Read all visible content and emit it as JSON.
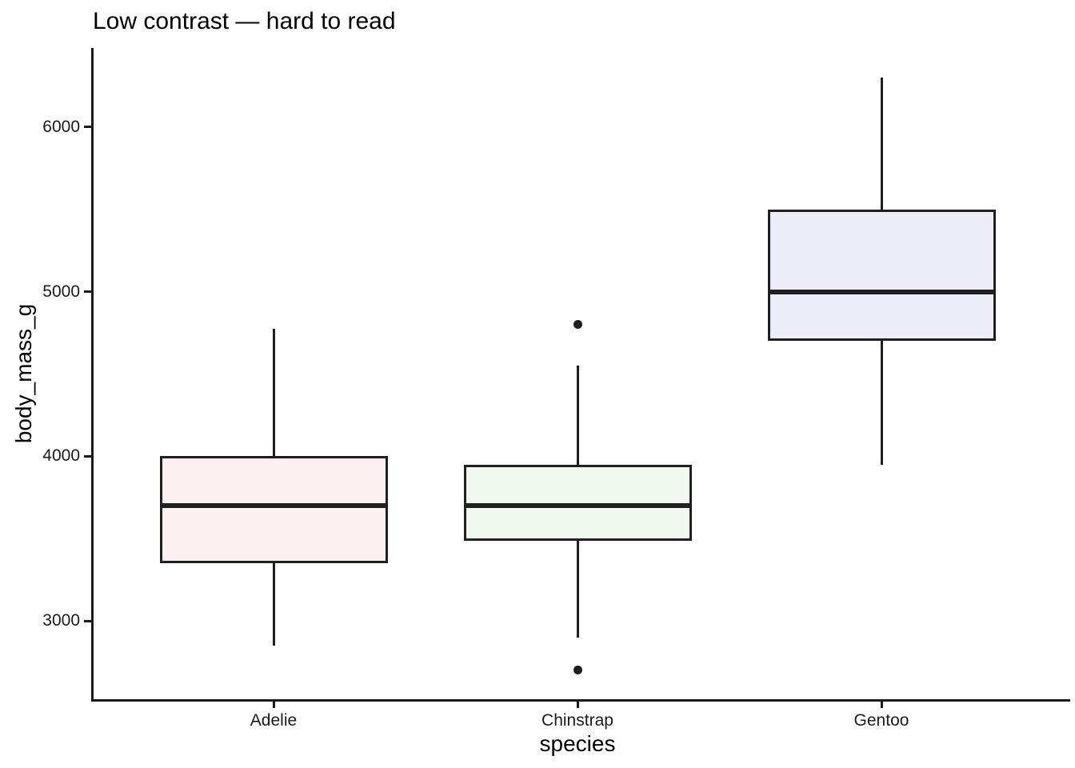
{
  "title": "Low contrast — hard to read",
  "chart_data": {
    "type": "boxplot",
    "title": "Low contrast — hard to read",
    "xlabel": "species",
    "ylabel": "body_mass_g",
    "categories": [
      "Adelie",
      "Chinstrap",
      "Gentoo"
    ],
    "ylim": [
      2520,
      6480
    ],
    "yticks": [
      3000,
      4000,
      5000,
      6000
    ],
    "grid": false,
    "legend": "none",
    "line_color": "#1f1f1f",
    "background_color": "#ffffff",
    "series": [
      {
        "name": "Adelie",
        "whisker_low": 2850,
        "q1": 3350,
        "median": 3700,
        "q3": 4000,
        "whisker_high": 4775,
        "outliers": [],
        "fill": "#fcf0f1"
      },
      {
        "name": "Chinstrap",
        "whisker_low": 2900,
        "q1": 3487,
        "median": 3700,
        "q3": 3950,
        "whisker_high": 4550,
        "outliers": [
          4800,
          2700
        ],
        "fill": "#f0f8ef"
      },
      {
        "name": "Gentoo",
        "whisker_low": 3950,
        "q1": 4700,
        "median": 5000,
        "q3": 5500,
        "whisker_high": 6300,
        "outliers": [],
        "fill": "#ededfa"
      }
    ]
  }
}
